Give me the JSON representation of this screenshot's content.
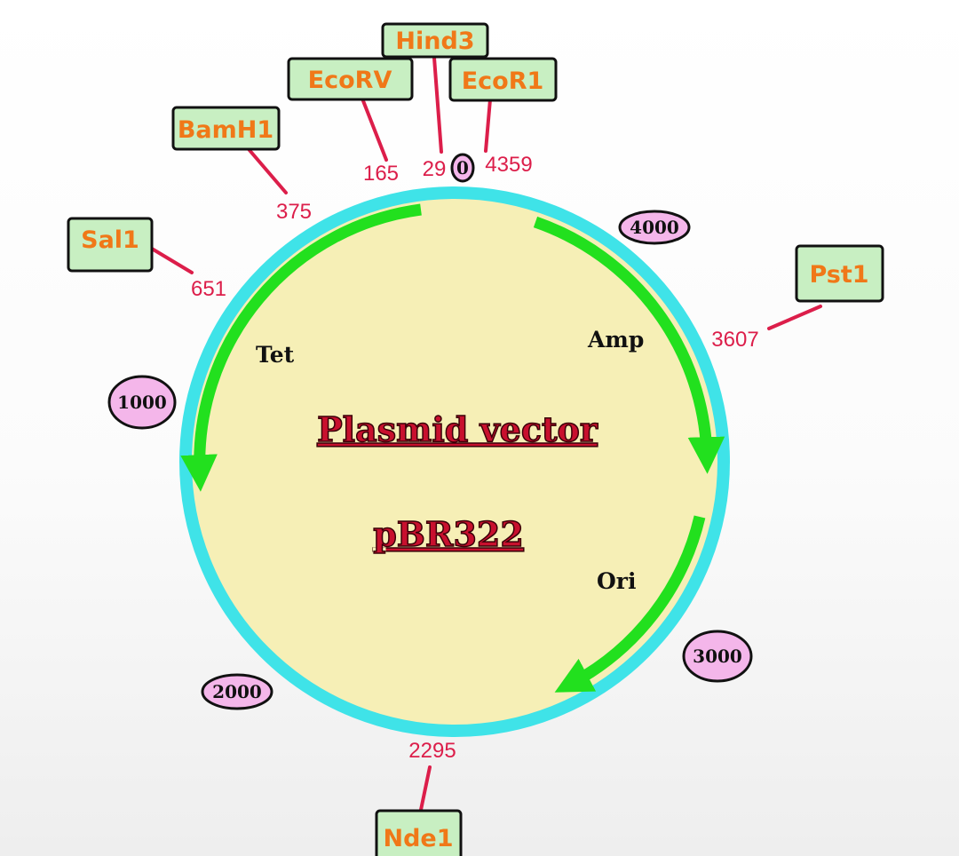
{
  "title": {
    "line1": "Plasmid vector",
    "line2": "pBR322"
  },
  "colors": {
    "backbone": "#3fe3e8",
    "fill": "#f6efb6",
    "arrows": "#22e01e",
    "enzyme_box": "#c8efc2",
    "enzyme_text": "#f07818",
    "position_text": "#dc1e4a",
    "scale_oval": "#f4b6ea"
  },
  "restriction_sites": [
    {
      "enzyme": "Hind3",
      "position": "29"
    },
    {
      "enzyme": "EcoRV",
      "position": "165"
    },
    {
      "enzyme": "EcoR1",
      "position": "4359"
    },
    {
      "enzyme": "BamH1",
      "position": "375"
    },
    {
      "enzyme": "Sal1",
      "position": "651"
    },
    {
      "enzyme": "Pst1",
      "position": "3607"
    },
    {
      "enzyme": "Nde1",
      "position": "2295"
    }
  ],
  "scale_marks": [
    "0",
    "4000",
    "1000",
    "2000",
    "3000"
  ],
  "genes": [
    {
      "label": "Tet"
    },
    {
      "label": "Amp"
    },
    {
      "label": "Ori"
    }
  ]
}
